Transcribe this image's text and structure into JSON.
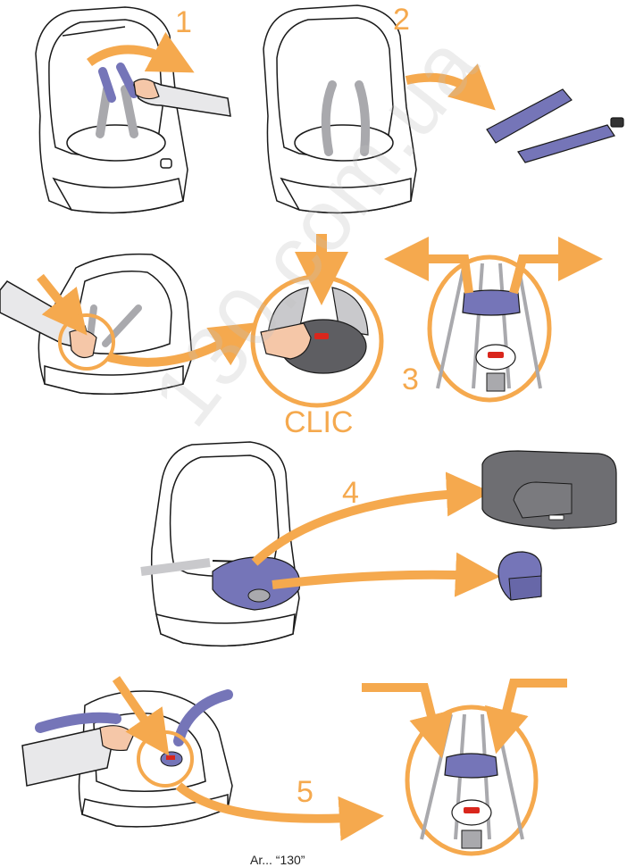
{
  "steps": {
    "s1": "1",
    "s2": "2",
    "s3": "3",
    "s4": "4",
    "s5": "5"
  },
  "clic_label": "CLIC",
  "watermark": "130.com.ua",
  "footer_text": "Ar... “130”",
  "colors": {
    "accent_orange": "#f5a94e",
    "strap_blue": "#7575b8",
    "buckle_red": "#d9261c",
    "harness_gray": "#a9a9ad",
    "cushion_dark": "#6e6e72",
    "line_black": "#1a1a1a"
  }
}
